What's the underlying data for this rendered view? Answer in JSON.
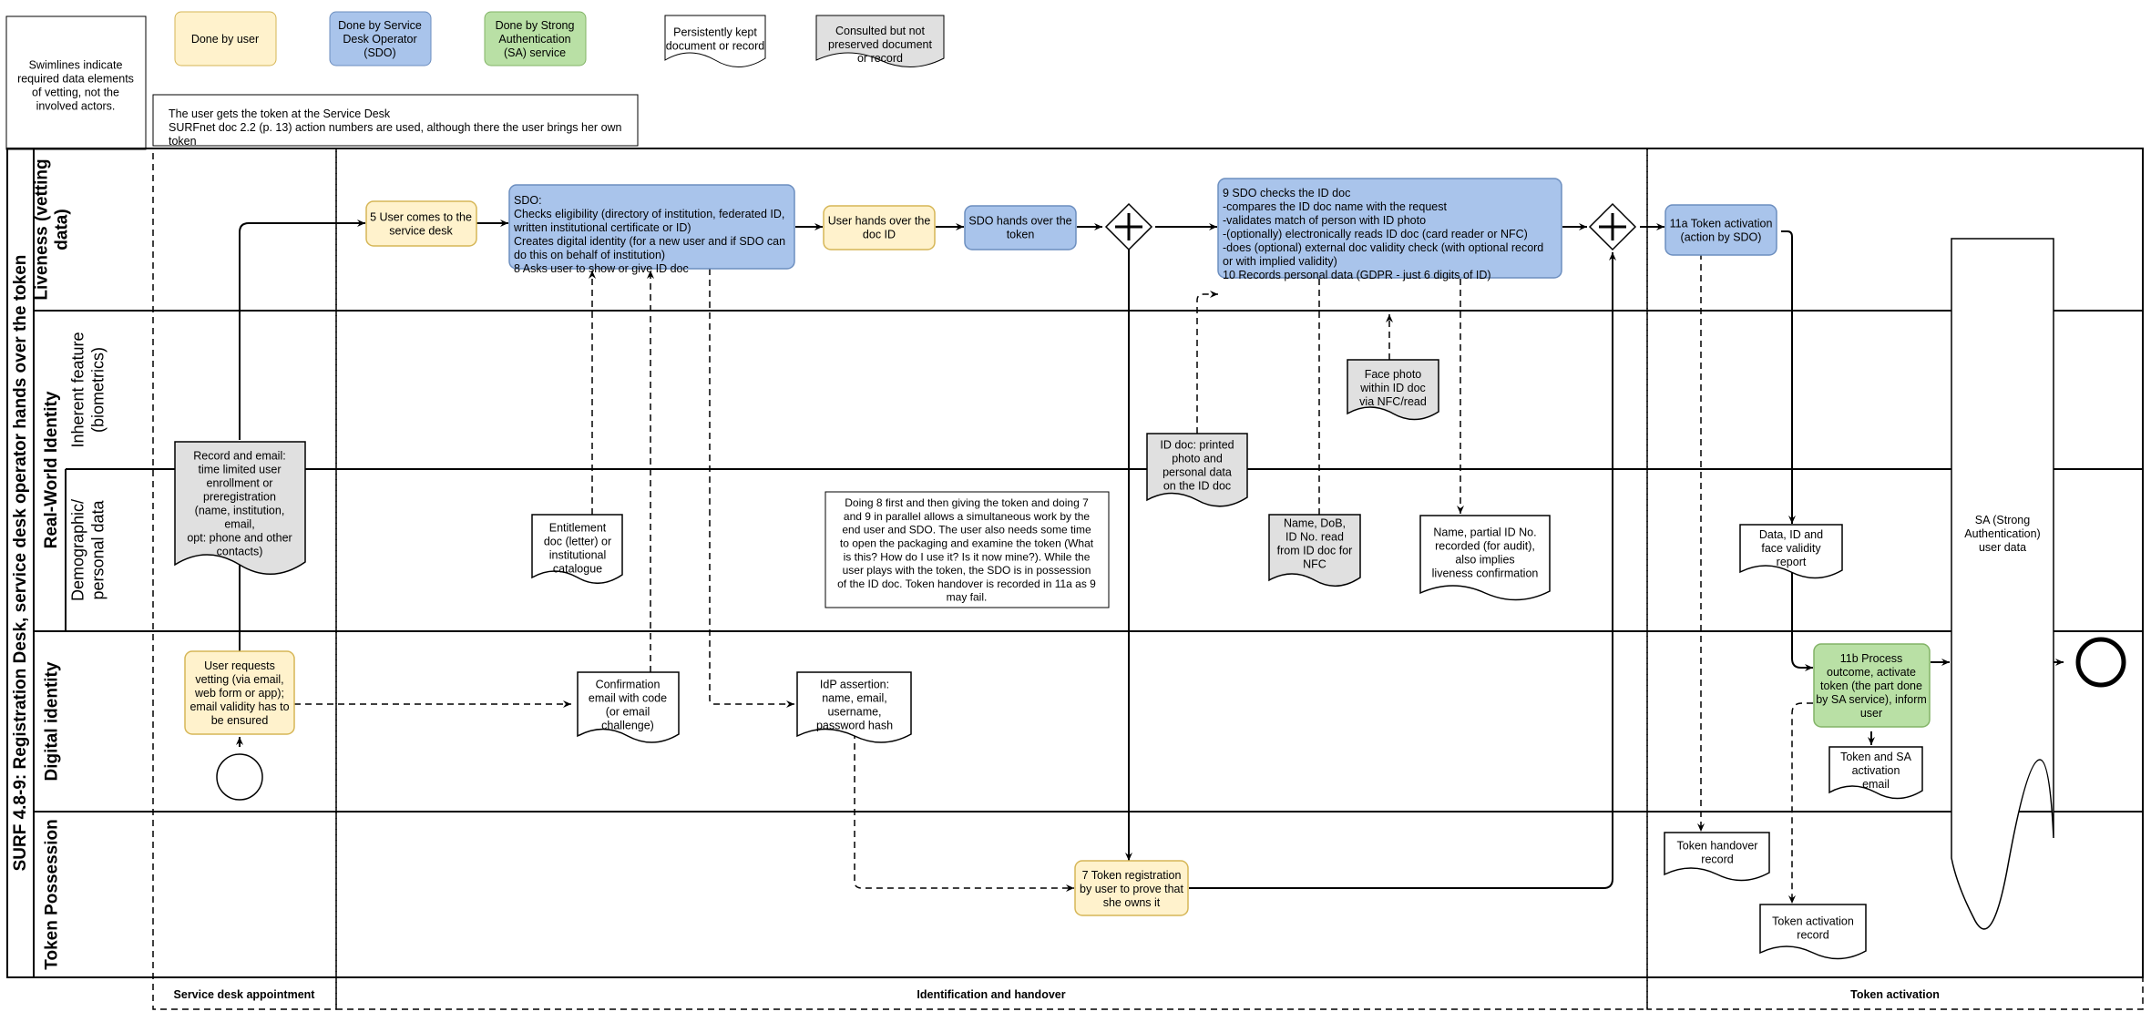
{
  "legend": {
    "note": [
      "Swimlines indicate",
      "required data elements",
      "of vetting, not the",
      "involved actors."
    ],
    "user": [
      "Done by user"
    ],
    "sdo": [
      "Done by Service",
      "Desk Operator",
      "(SDO)"
    ],
    "sa": [
      "Done by Strong",
      "Authentication",
      "(SA) service"
    ],
    "kept": [
      "Persistently kept",
      "document or record"
    ],
    "consulted": [
      "Consulted but not",
      "preserved document",
      "or record"
    ]
  },
  "context_note": [
    "The user gets the token at the Service Desk",
    "SURFnet doc 2.2 (p. 13) action numbers are used, although there the user brings her own",
    "token"
  ],
  "pool": {
    "title": "SURF 4.8-9: Registration Desk, service desk operator hands over the token",
    "rwi_label": "Real-World Identity"
  },
  "lanes": {
    "liveness": [
      "Liveness (vetting",
      "data)"
    ],
    "inherent": [
      "Inherent feature",
      "(biometrics)"
    ],
    "demographic": [
      "Demographic/",
      "personal data"
    ],
    "digital": [
      "Digital identity"
    ],
    "token": [
      "Token Possession"
    ]
  },
  "phases": {
    "appointment": "Service desk appointment",
    "identification": "Identification and handover",
    "activation": "Token activation"
  },
  "tasks": {
    "user_requests": [
      "User requests",
      "vetting (via email,",
      "web form or app);",
      "email validity has to",
      "be ensured"
    ],
    "user_comes": [
      "5 User comes to the",
      "service desk"
    ],
    "sdo_checks": [
      "SDO:",
      "Checks eligibility (directory of institution, federated ID,",
      "written institutional certificate or ID)",
      "Creates digital identity (for a new user and if SDO can",
      "do this on behalf of institution)",
      "8 Asks user to show or give ID doc"
    ],
    "user_hands_doc": [
      "User hands over the",
      "doc ID"
    ],
    "sdo_hands_token": [
      "SDO hands over the",
      "token"
    ],
    "sdo_checks_id": [
      "9 SDO checks the ID doc",
      "-compares the ID doc name with the request",
      "-validates match of person with ID photo",
      "-(optionally) electronically reads ID doc (card reader or NFC)",
      "-does (optional) external doc validity check (with optional record",
      "or with implied validity)",
      "10 Records personal data (GDPR - just 6 digits of ID)"
    ],
    "token_activation": [
      "11a Token activation",
      "(action by SDO)"
    ],
    "token_registration": [
      "7 Token registration",
      "by user to prove that",
      "she owns it"
    ],
    "process_outcome": [
      "11b Process",
      "outcome, activate",
      "token (the part done",
      "by SA service), inform",
      "user"
    ]
  },
  "documents": {
    "record_email": [
      "Record and email:",
      "time limited user",
      "enrollment or",
      "preregistration",
      "(name, institution,",
      "email,",
      "opt: phone and other",
      "contacts)"
    ],
    "entitlement": [
      "Entitlement",
      "doc (letter) or",
      "institutional",
      "catalogue"
    ],
    "confirmation_email": [
      "Confirmation",
      "email with code",
      "(or email",
      "challenge)"
    ],
    "idp_assertion": [
      "IdP assertion:",
      "name, email,",
      "username,",
      "password hash"
    ],
    "id_doc_printed": [
      "ID doc: printed",
      "photo and",
      "personal data",
      "on the ID doc"
    ],
    "face_photo": [
      "Face photo",
      "within ID doc",
      "via NFC/read"
    ],
    "name_dob": [
      "Name, DoB,",
      "ID No. read",
      "from ID doc for",
      "NFC"
    ],
    "partial_id": [
      "Name, partial ID No.",
      "recorded (for audit),",
      "also implies",
      "liveness confirmation"
    ],
    "data_id_face": [
      "Data, ID and",
      "face validity",
      "report"
    ],
    "token_handover": [
      "Token handover",
      "record"
    ],
    "token_activation_record": [
      "Token activation",
      "record"
    ],
    "token_sa_email": [
      "Token and SA",
      "activation",
      "email"
    ],
    "sa_user_data": [
      "SA (Strong",
      "Authentication)",
      "user data"
    ]
  },
  "annotation": [
    "Doing 8 first and then giving the token and doing 7",
    "and 9 in parallel allows a simultaneous work by the",
    "end user and SDO. The user also needs some time",
    "to open the packaging and examine the token (What",
    "is this? How do I use it? Is it now mine?). While the",
    "user plays with the token, the SDO is in possession",
    "of the ID doc. Token handover is recorded in 11a as 9",
    "may fail."
  ],
  "colors": {
    "user": "#fff2cc",
    "user_stroke": "#d6b656",
    "sdo": "#a9c4eb",
    "sdo_stroke": "#6c8ebf",
    "sa": "#b9e0a5",
    "sa_stroke": "#82b366",
    "consulted": "#e0e0e0"
  }
}
